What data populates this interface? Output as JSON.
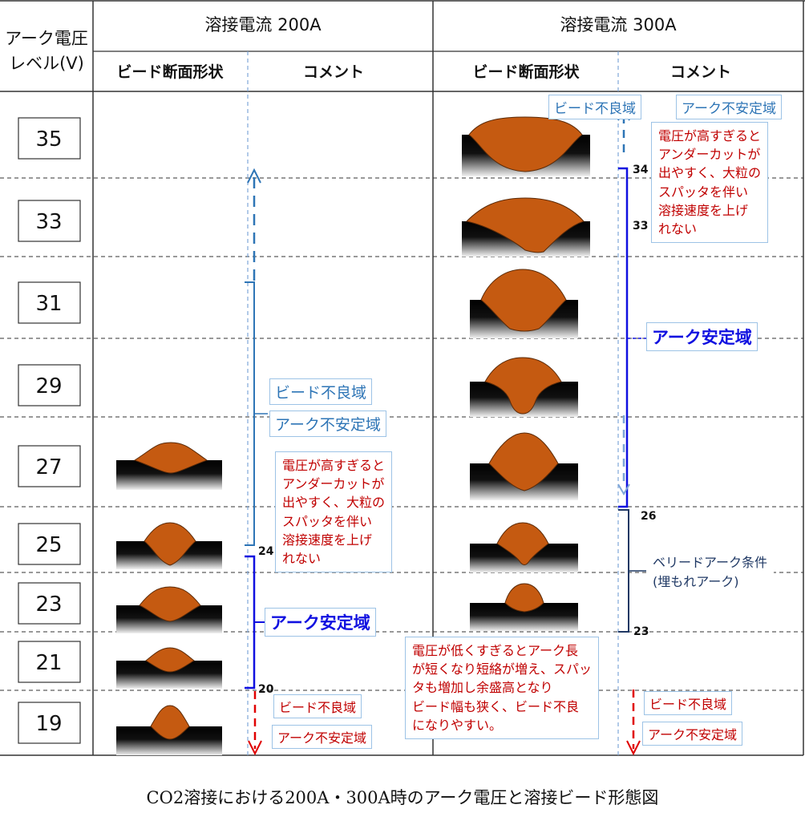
{
  "header": {
    "arc_voltage_label": "アーク電圧",
    "level_label": "レベル(V)",
    "col_200": "溶接電流 200A",
    "col_300": "溶接電流 300A",
    "bead_shape": "ビード断面形状",
    "comment": "コメント"
  },
  "levels": [
    "35",
    "33",
    "31",
    "29",
    "27",
    "25",
    "23",
    "21",
    "19"
  ],
  "markers_200": {
    "upper": "24",
    "lower": "20"
  },
  "markers_300": {
    "top": "34",
    "upper_alt": "33",
    "upper": "26",
    "lower": "23"
  },
  "notes_200": {
    "bead_bad": "ビード不良域",
    "arc_unstable": "アーク不安定域",
    "high_voltage": [
      "電圧が高すぎると",
      "アンダーカットが",
      "出やすく、大粒の",
      "スパッタを伴い",
      "溶接速度を上げ",
      "れない"
    ],
    "arc_stable": "アーク安定域",
    "low_bead_bad": "ビード不良域",
    "low_arc_unstable": "アーク不安定域"
  },
  "notes_300": {
    "bead_bad": "ビード不良域",
    "arc_unstable": "アーク不安定域",
    "high_voltage": [
      "電圧が高すぎると",
      "アンダーカットが",
      "出やすく、大粒の",
      "スパッタを伴い",
      "溶接速度を上げ",
      "れない"
    ],
    "arc_stable": "アーク安定域",
    "buried_arc": [
      "ベリードアーク条件",
      "(埋もれアーク)"
    ],
    "low_bead_bad": "ビード不良域",
    "low_arc_unstable": "アーク不安定域"
  },
  "low_voltage_note": [
    "電圧が低くすぎるとアーク長",
    "が短くなり短絡が増え、スパッ",
    "タも増加し余盛高となり",
    "ビード幅も狭く、ビード不良",
    "になりやすい。"
  ],
  "caption": "CO2溶接における200A・300A時のアーク電圧と溶接ビード形態図",
  "colors": {
    "bead": "#c55a11",
    "dashed_blue": "#7ea6d8",
    "stable_blue": "#1010e0",
    "steel_blue": "#2e75b6",
    "navy": "#1f3864",
    "red": "#e00000"
  }
}
